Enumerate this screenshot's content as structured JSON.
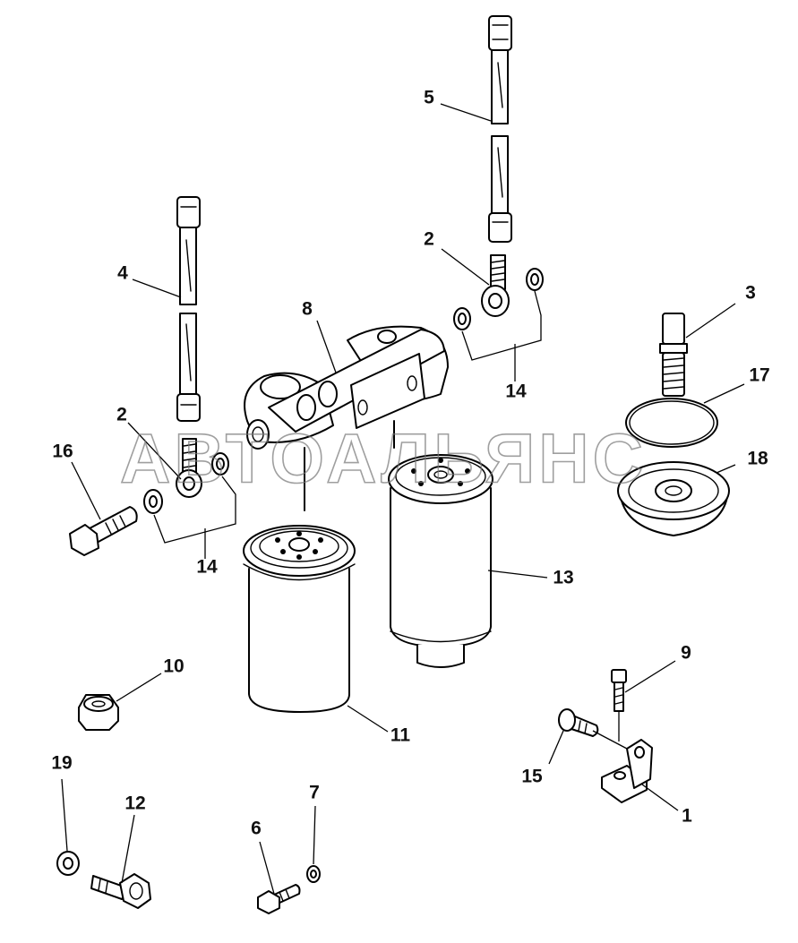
{
  "watermark": "АВТОАЛЬЯНС",
  "colors": {
    "line": "#000000",
    "label": "#111111",
    "watermark": "#777777",
    "background": "#ffffff"
  },
  "callouts": [
    {
      "id": "1",
      "text": "1"
    },
    {
      "id": "2a",
      "text": "2"
    },
    {
      "id": "2b",
      "text": "2"
    },
    {
      "id": "3",
      "text": "3"
    },
    {
      "id": "4",
      "text": "4"
    },
    {
      "id": "5",
      "text": "5"
    },
    {
      "id": "6",
      "text": "6"
    },
    {
      "id": "7",
      "text": "7"
    },
    {
      "id": "8",
      "text": "8"
    },
    {
      "id": "9",
      "text": "9"
    },
    {
      "id": "10",
      "text": "10"
    },
    {
      "id": "11",
      "text": "11"
    },
    {
      "id": "12",
      "text": "12"
    },
    {
      "id": "13",
      "text": "13"
    },
    {
      "id": "14a",
      "text": "14"
    },
    {
      "id": "14b",
      "text": "14"
    },
    {
      "id": "15",
      "text": "15"
    },
    {
      "id": "16",
      "text": "16"
    },
    {
      "id": "17",
      "text": "17"
    },
    {
      "id": "18",
      "text": "18"
    },
    {
      "id": "19",
      "text": "19"
    }
  ]
}
